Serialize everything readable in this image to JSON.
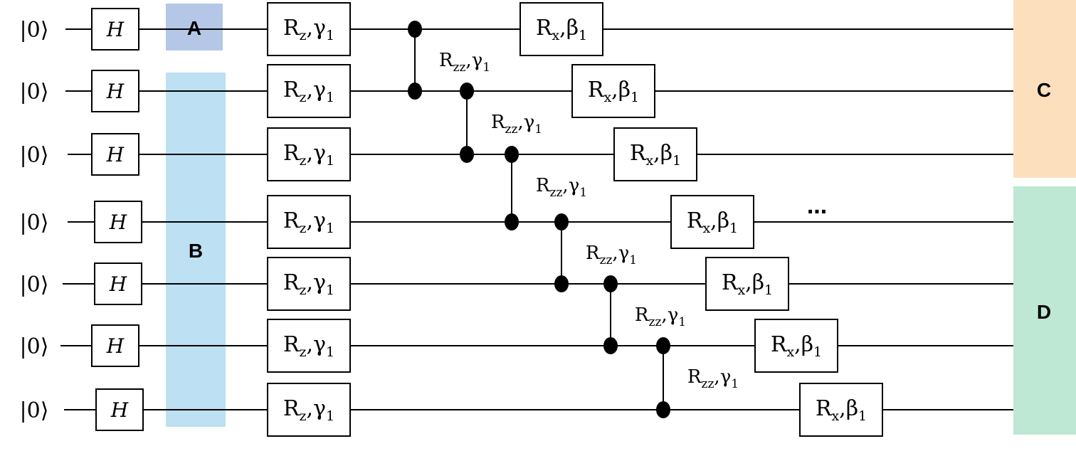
{
  "inputs": {
    "ket_label": "|0⟩",
    "hadamard_label": "H"
  },
  "blocks": {
    "A": {
      "label": "A",
      "color": "#B4C7E7"
    },
    "B": {
      "label": "B",
      "color": "#BDE0F2"
    },
    "C": {
      "label": "C",
      "color": "#FCE0BE"
    },
    "D": {
      "label": "D",
      "color": "#BEE8D4"
    }
  },
  "rz_gate": {
    "main": "R",
    "sub": "z",
    "param": "γ",
    "param_sub": "1"
  },
  "rzz_gate": {
    "main": "R",
    "sub": "zz",
    "param": "γ",
    "param_sub": "1"
  },
  "rx_gate": {
    "main": "R",
    "sub": "x",
    "param": "β",
    "param_sub": "1"
  },
  "ellipsis": "..."
}
